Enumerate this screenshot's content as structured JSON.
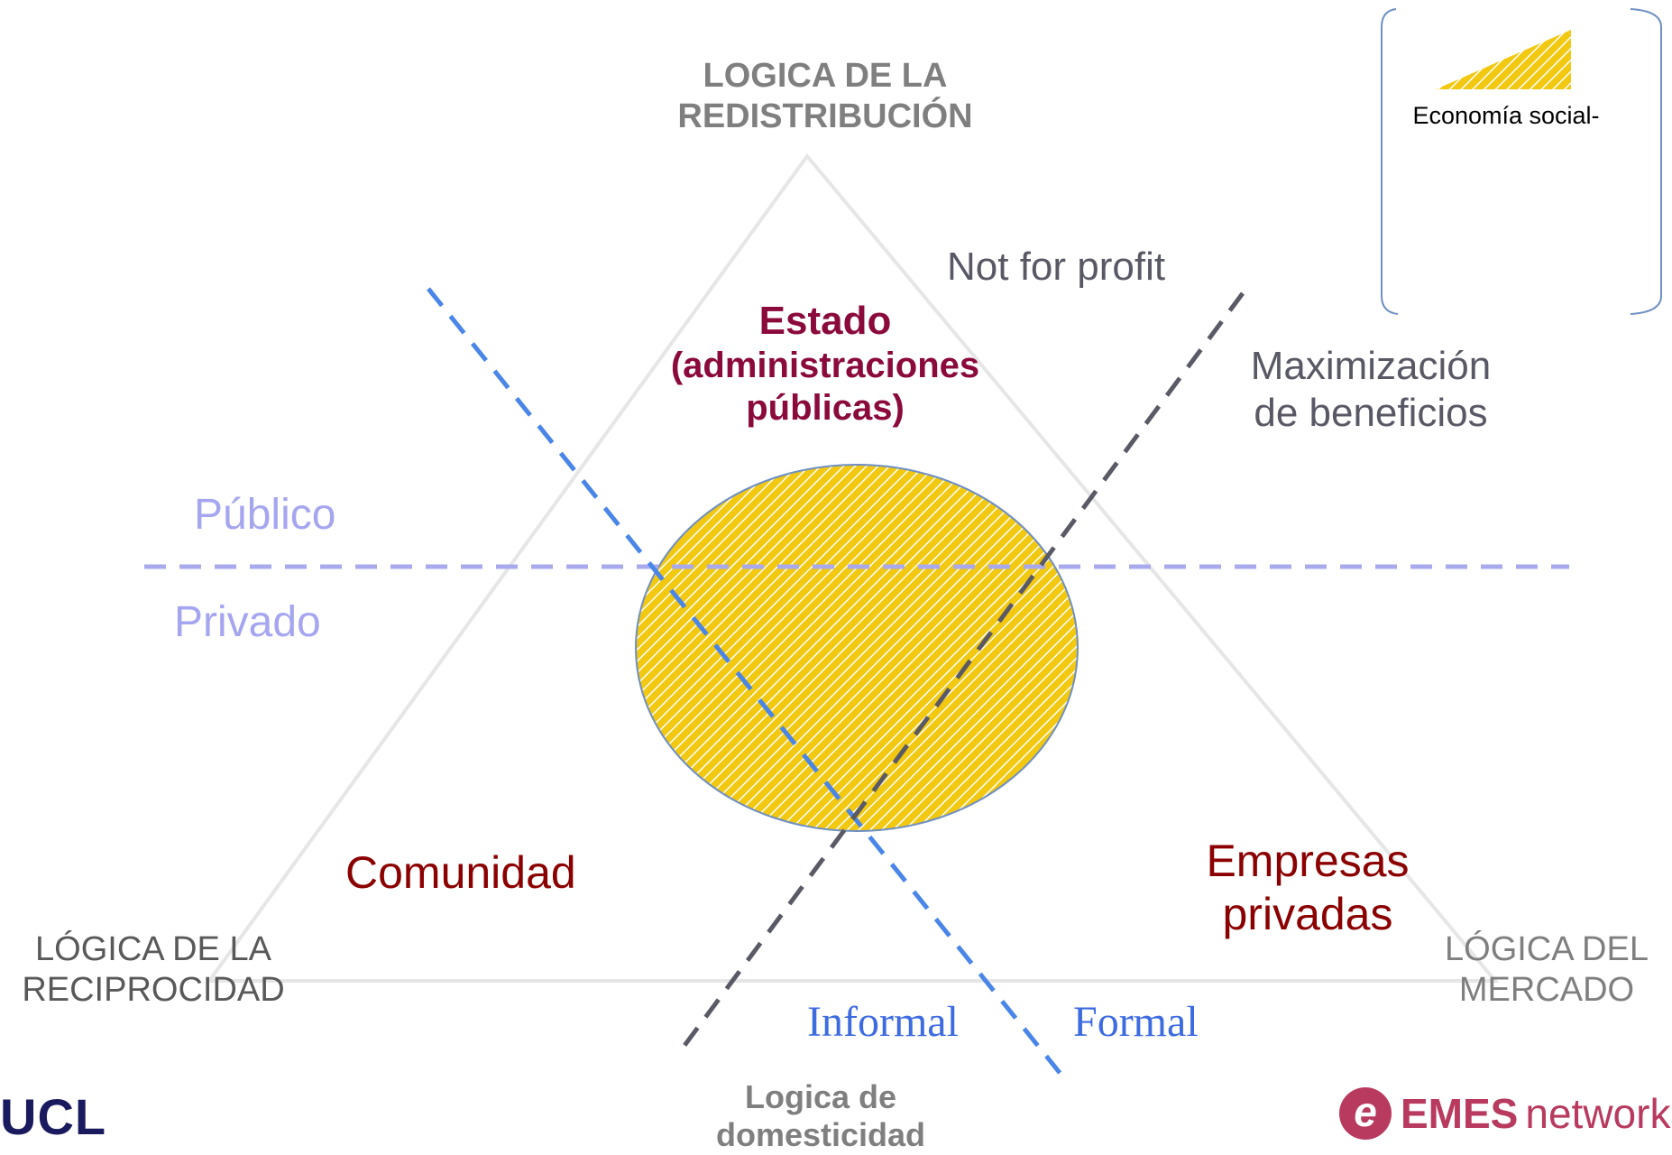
{
  "diagram": {
    "top_logic": [
      "LOGICA DE LA",
      "REDISTRIBUCIÓN"
    ],
    "left_logic": [
      "LÓGICA DE LA",
      "RECIPROCIDAD"
    ],
    "right_logic": [
      "LÓGICA DEL",
      "MERCADO"
    ],
    "bottom_logic": [
      "Logica de",
      "domesticidad"
    ],
    "estado": [
      "Estado",
      "(administraciones",
      "públicas)"
    ],
    "not_for_profit": "Not for profit",
    "maximizacion": [
      "Maximización",
      "de beneficios"
    ],
    "publico": "Público",
    "privado": "Privado",
    "comunidad": "Comunidad",
    "empresas": [
      "Empresas",
      "privadas"
    ],
    "informal": "Informal",
    "formal": "Formal"
  },
  "legend": {
    "label": "Economía social-"
  },
  "logos": {
    "ucl": "UCL",
    "emes_icon": "e",
    "emes_bold": "EMES",
    "emes_rest": "network"
  },
  "colors": {
    "hatch_fill": "#f2c811",
    "hatch_line": "#ffffff",
    "ellipse_stroke": "#6e8fc4",
    "blue_dash": "#4a86e8",
    "grey_dash": "#5a5a66",
    "lavender_dash": "#a9a9ee",
    "triangle": "#e6e6e6",
    "estado": "#8b0a3c",
    "sector": "#8b0000",
    "emes": "#b83a5e"
  }
}
